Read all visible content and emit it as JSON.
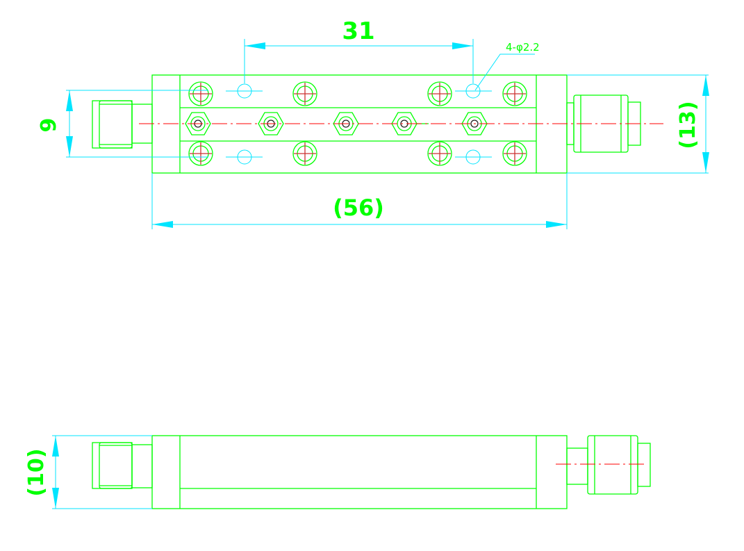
{
  "colors": {
    "outline": "#00ff00",
    "dimension": "#00e5ff",
    "centerline": "#ff0000",
    "dimension_text": "#00ff00",
    "background": "#ffffff"
  },
  "top_view": {
    "dim_hole_pitch": "31",
    "dim_hole_callout": "4-φ2.2",
    "dim_height_left": "9",
    "dim_height_right": "(13)",
    "dim_overall_length": "(56)"
  },
  "side_view": {
    "dim_height": "(10)"
  }
}
